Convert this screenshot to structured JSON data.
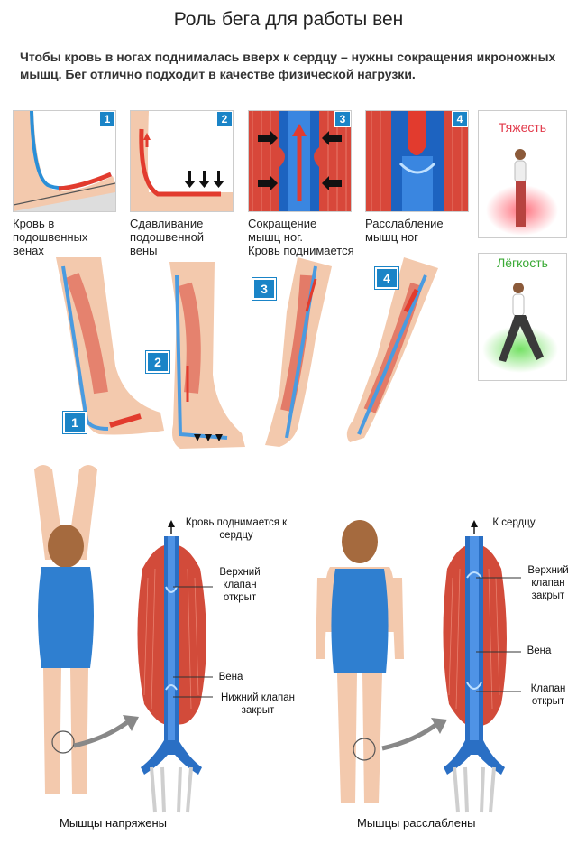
{
  "title": "Роль бега для работы вен",
  "subtitle": "Чтобы кровь в ногах поднималась вверх к сердцу – нужны сокращения икроножных мышц. Бег отлично подходит в качестве физической нагрузки.",
  "panels": [
    {
      "number": "1",
      "caption_lines": [
        "Кровь в",
        "подошвенных",
        "венах"
      ]
    },
    {
      "number": "2",
      "caption_lines": [
        "Сдавливание",
        "подошвенной",
        "вены"
      ]
    },
    {
      "number": "3",
      "caption_lines": [
        "Сокращение",
        "мышц ног.",
        "Кровь поднимается"
      ]
    },
    {
      "number": "4",
      "caption_lines": [
        "Расслабление",
        "мышц ног"
      ]
    }
  ],
  "side_labels": {
    "heaviness": "Тяжесть",
    "lightness": "Лёгкость"
  },
  "gait_badges": [
    "1",
    "2",
    "3",
    "4"
  ],
  "left_diagram": {
    "top_label_lines": [
      "Кровь поднимается к",
      "сердцу"
    ],
    "upper_valve_lines": [
      "Верхний",
      "клапан",
      "открыт"
    ],
    "vein": "Вена",
    "lower_valve_lines": [
      "Нижний клапан",
      "закрыт"
    ],
    "caption": "Мышцы напряжены"
  },
  "right_diagram": {
    "top_label": "К сердцу",
    "upper_valve_lines": [
      "Верхний",
      "клапан",
      "закрыт"
    ],
    "vein": "Вена",
    "lower_valve_lines": [
      "Клапан",
      "открыт"
    ],
    "caption": "Мышцы расслаблены"
  },
  "colors": {
    "badge_blue": "#1a84c7",
    "muscle_red": "#d8473a",
    "vein_blue": "#2a6fc4",
    "skin": "#f3c9ad",
    "heaviness_red": "#e2394a",
    "lightness_green": "#3aaa35"
  }
}
